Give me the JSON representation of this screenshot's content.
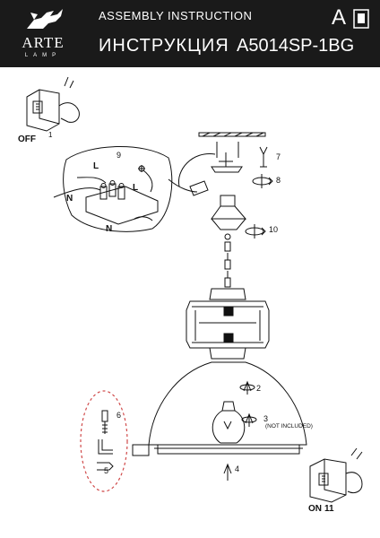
{
  "header": {
    "brand": "ARTE",
    "brand_sub": "LAMP",
    "line1": "ASSEMBLY INSTRUCTION",
    "title": "ИНСТРУКЦИЯ",
    "model": "A5014SP-1BG",
    "letter": "A"
  },
  "labels": {
    "off": "OFF",
    "step1": "1",
    "on": "ON",
    "step11": "11",
    "n9": "9",
    "L1": "L",
    "L2": "L",
    "N1": "N",
    "N2": "N",
    "n7": "7",
    "n8": "8",
    "n10": "10",
    "n2": "2",
    "n3": "3",
    "not_included": "(NOT INCLUDED)",
    "n4": "4",
    "n5": "5",
    "n6": "6"
  },
  "colors": {
    "header_bg": "#1a1a1a",
    "ink": "#111111",
    "dashed_circle": "#d04a4a"
  }
}
